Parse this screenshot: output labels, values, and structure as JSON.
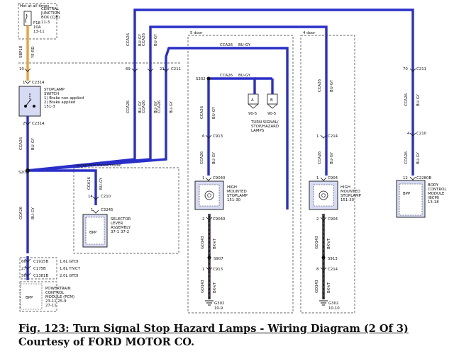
{
  "title": "Fig. 123: Turn Signal Stop Hazard Lamps - Wiring Diagram (2 Of 3)",
  "courtesy": "Courtesy of FORD MOTOR CO.",
  "labels": {
    "hot_at_all_times": "Hot at all times",
    "cjb_line1": "CENTRAL",
    "cjb_line2": "JUNCTION",
    "cjb_line3": "BOX (CJB)",
    "cjb_ref": "11-3",
    "fuse_id": "F18",
    "fuse_amp": "10A",
    "fuse_ref": "13-11",
    "wire_sbp18": "SBP18",
    "wire_ye_rd": "YE-RD",
    "pin_10": "10",
    "c2314": "C2314",
    "pin_1": "1",
    "pin_2": "2",
    "stoplamp_switch_1": "STOPLAMP",
    "stoplamp_switch_2": "SWITCH",
    "stoplamp_switch_3": "1) Brake non applied",
    "stoplamp_switch_4": "2) Brake applied",
    "stoplamp_switch_5": "151-3",
    "cca26": "CCA26",
    "bu_gy": "BU-GY",
    "s202": "S202",
    "auto_trans": "automatic transmission",
    "pin_14": "14",
    "c210": "C210",
    "c3245": "C3245",
    "selector_1": "SELECTOR",
    "selector_2": "LEVER",
    "selector_3": "ASSEMBLY",
    "selector_4": "37-1   37-2",
    "bpp": "BPP",
    "pin_66": "66",
    "pin_27": "27",
    "pin_56": "56",
    "c1915b": "C1915B",
    "c175b": "C175B",
    "c1381b": "C1381B",
    "gtdi_16": "1.6L GTDI",
    "tivct_16": "1.6L TIVCT",
    "gtdi_20": "2.0L GTDI",
    "pcm_1": "POWERTRAIN",
    "pcm_2": "CONTROL",
    "pcm_3": "MODULE (PCM)",
    "pcm_4": "23-11   25-9",
    "pcm_5": "27-11",
    "pin_69": "69",
    "pin_21": "21",
    "c211": "C211",
    "five_door": "5 door",
    "four_door": "4 door",
    "s302": "S302",
    "conn_a": "A",
    "conn_b": "B",
    "ref_90_5a": "90-5",
    "ref_90_5b": "90-5",
    "turn_1": "TURN SIGNAL/",
    "turn_2": "STOP/HAZARD",
    "turn_3": "LAMPS",
    "pin_6": "6",
    "c913": "C913",
    "c9040": "C9040",
    "hmsl_1": "HIGH",
    "hmsl_2": "MOUNTED",
    "hmsl_3": "STOPLAMP",
    "hmsl_4": "151-30",
    "gd143": "GD143",
    "bk_vt": "BK-VT",
    "s907": "S907",
    "g302": "G302",
    "ref_10_9": "10-9",
    "c214": "C214",
    "c904": "C904",
    "s913": "S913",
    "pin_8": "8",
    "ref_10_10": "10-10",
    "pin_70": "70",
    "pin_4": "4",
    "pin_12": "12",
    "c2280b": "C2280B",
    "bcm_1": "BODY",
    "bcm_2": "CONTROL",
    "bcm_3": "MODULE",
    "bcm_4": "(BCM)",
    "bcm_5": "13-18"
  },
  "colors": {
    "wire_blue": "#2a2fc8",
    "wire_orange": "#e8a33c",
    "wire_black": "#222222",
    "wire_purple": "#7a4a8a",
    "component_fill": "#d6daf3",
    "dashed": "#333333"
  }
}
